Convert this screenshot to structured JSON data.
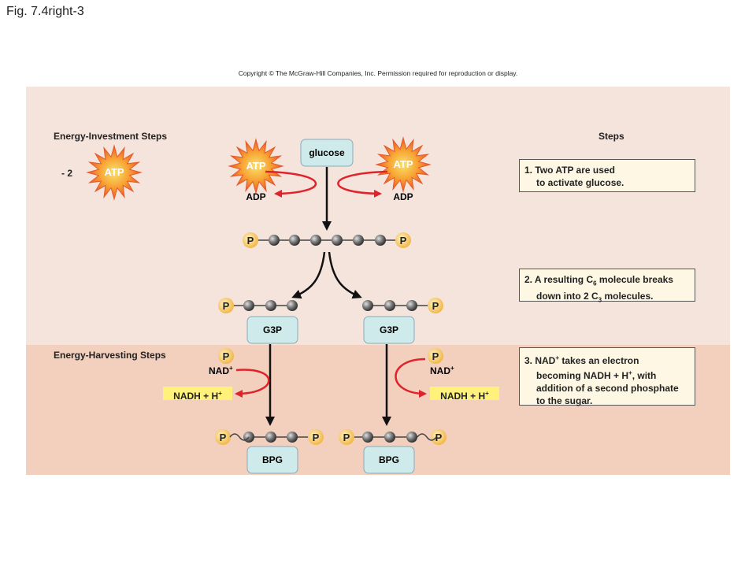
{
  "figure": {
    "title": "Fig. 7.4right-3",
    "copyright": "Copyright © The McGraw-Hill Companies, Inc. Permission required for reproduction or display."
  },
  "sections": {
    "investment_label": "Energy-Investment  Steps",
    "harvesting_label": "Energy-Harvesting  Steps",
    "steps_header": "Steps"
  },
  "net": {
    "count": "- 2",
    "atp_label": "ATP"
  },
  "molecules": {
    "glucose": "glucose",
    "atp": "ATP",
    "adp": "ADP",
    "phosphate": "P",
    "g3p": "G3P",
    "bpg": "BPG",
    "nad": "NAD",
    "nad_sup": "+",
    "nadh": "NADH + H",
    "nadh_sup": "+"
  },
  "steps": [
    {
      "line1": "1. Two ATP are used",
      "line2": "to activate glucose."
    },
    {
      "line1_a": "2. A resulting C",
      "line1_sub": "6",
      "line1_b": " molecule breaks",
      "line2_a": "down into 2 C",
      "line2_sub": "3",
      "line2_b": " molecules."
    },
    {
      "line1_a": "3. NAD",
      "line1_sup": "+",
      "line1_b": " takes an electron",
      "line2_a": "becoming NADH  + H",
      "line2_sup": "+",
      "line2_b": ", with",
      "line3": "addition of a second phosphate",
      "line4": "to the sugar."
    }
  ],
  "colors": {
    "panel_top": "#f5e4dc",
    "panel_bottom": "#f3cfbd",
    "arrow_red": "#e0232b",
    "molecule_box": "#cfeaea",
    "nadh_box": "#fff17a",
    "phosphate": "#f6c15a",
    "step_box": "#fdf7e3"
  }
}
